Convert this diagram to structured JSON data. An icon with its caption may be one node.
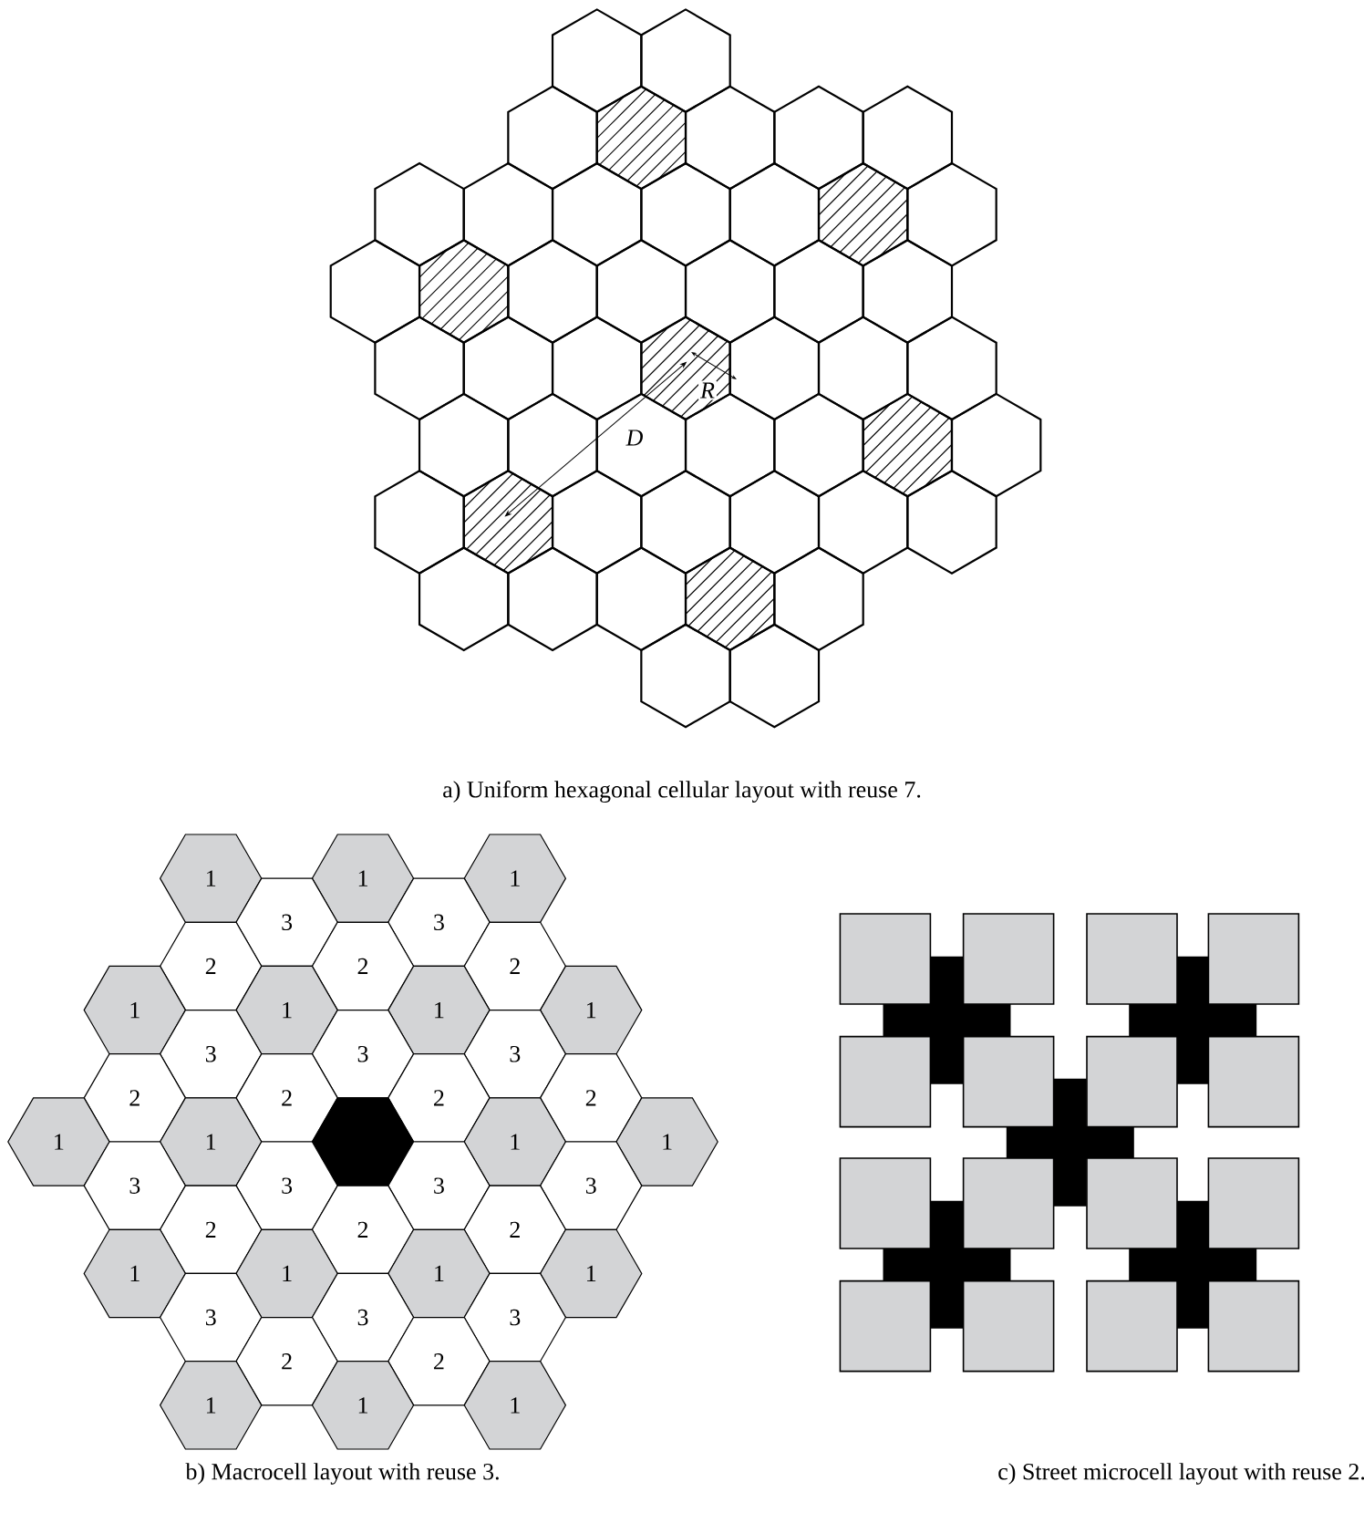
{
  "diagram": {
    "nodes": [
      {
        "text": [
          "1"
        ]
      },
      {
        "text": [
          "1"
        ]
      },
      {
        "text": [
          "1"
        ]
      },
      {
        "text": [
          "3"
        ]
      },
      {
        "text": [
          "3"
        ]
      },
      {
        "text": [
          "2"
        ]
      },
      {
        "text": [
          "2"
        ]
      },
      {
        "text": [
          "2"
        ]
      },
      {
        "text": [
          "1"
        ]
      },
      {
        "text": [
          "1"
        ]
      },
      {
        "text": [
          "1"
        ]
      },
      {
        "text": [
          "1"
        ]
      },
      {
        "text": [
          "3"
        ]
      },
      {
        "text": [
          "3"
        ]
      },
      {
        "text": [
          "3"
        ]
      },
      {
        "text": [
          "2"
        ]
      },
      {
        "text": [
          "2"
        ]
      },
      {
        "text": [
          "2"
        ]
      },
      {
        "text": [
          "2"
        ]
      },
      {
        "text": [
          "1"
        ]
      },
      {
        "text": [
          "1"
        ]
      },
      {
        "text": [],
        "shape": "hexagon"
      },
      {
        "text": [
          "1"
        ]
      },
      {
        "text": [
          "1"
        ]
      },
      {
        "text": [
          "3"
        ]
      },
      {
        "text": [
          "3"
        ]
      },
      {
        "text": [
          "3"
        ]
      },
      {
        "text": [
          "3"
        ]
      },
      {
        "text": [
          "2"
        ]
      },
      {
        "text": [
          "2"
        ]
      },
      {
        "text": [
          "2"
        ]
      },
      {
        "text": [
          "1"
        ]
      },
      {
        "text": [
          "1"
        ]
      },
      {
        "text": [
          "1"
        ]
      },
      {
        "text": [
          "1"
        ]
      },
      {
        "text": [
          "3"
        ]
      },
      {
        "text": [
          "3"
        ]
      },
      {
        "text": [
          "3"
        ]
      },
      {
        "text": [
          "2"
        ]
      },
      {
        "text": [
          "2"
        ]
      },
      {
        "text": [
          "1"
        ]
      },
      {
        "text": [
          "1"
        ]
      },
      {
        "text": [
          "1"
        ]
      }
    ],
    "labels": [
      "R",
      "D",
      "a) Uniform hexagonal cellular layout with reuse 7.",
      "b) Macrocell layout with reuse 3.",
      "c) Street microcell layout with reuse 2."
    ]
  }
}
